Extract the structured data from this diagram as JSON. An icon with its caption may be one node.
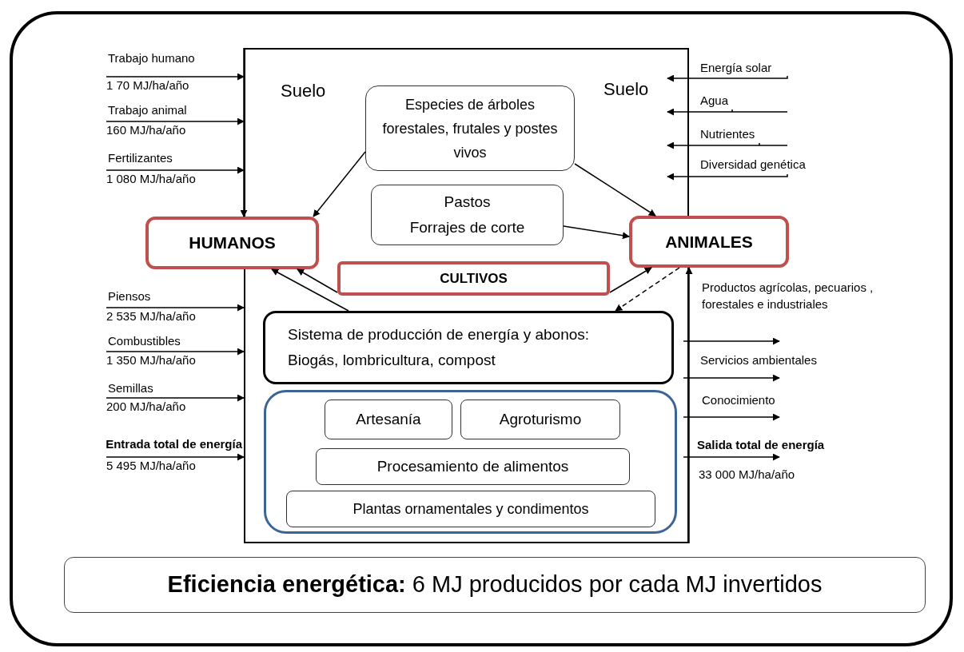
{
  "diagram": {
    "nodes": [
      {
        "text": [
          "Suelo",
          "Suelo"
        ]
      },
      {
        "text": [
          "Especies de árboles forestales, frutales y postes vivos"
        ],
        "in": 0
      },
      {
        "text": [
          "HUMANOS"
        ]
      },
      {
        "text": [
          "Pastos",
          "Forrajes de corte"
        ],
        "in": 0
      },
      {
        "text": [
          "ANIMALES"
        ]
      },
      {
        "text": [
          "CULTIVOS"
        ],
        "in": 0
      },
      {
        "text": [
          "Sistema de producción de energía y abonos: Biogás, lombricultura, compost"
        ],
        "in": 0
      },
      {
        "text": [],
        "shape": "box",
        "in": 0
      },
      {
        "text": [
          "Artesanía"
        ],
        "in": 7
      },
      {
        "text": [
          "Agroturismo"
        ],
        "in": 7
      },
      {
        "text": [
          "Procesamiento de alimentos"
        ],
        "in": 7
      },
      {
        "text": [
          "Plantas ornamentales y condimentos"
        ],
        "in": 7
      },
      {
        "text": [
          "**Eficiencia energética:** 6 MJ producidos por cada MJ invertidos"
        ]
      },
      {
        "text": [
          "Trabajo humano"
        ],
        "beside": [
          "1 70 MJ/ha/año"
        ]
      },
      {
        "text": [
          "Trabajo animal"
        ],
        "beside": [
          "160 MJ/ha/año"
        ]
      },
      {
        "text": [
          "Fertilizantes"
        ],
        "beside": [
          "1 080 MJ/ha/año"
        ]
      },
      {
        "text": [
          "Piensos"
        ],
        "beside": [
          "2 535 MJ/ha/año"
        ]
      },
      {
        "text": [
          "Combustibles"
        ],
        "beside": [
          "1 350 MJ/ha/año"
        ]
      },
      {
        "text": [
          "Semillas"
        ],
        "beside": [
          "200 MJ/ha/año"
        ]
      },
      {
        "text": [
          "Entrada total de energía"
        ],
        "beside": [
          "5 495 MJ/ha/año"
        ]
      },
      {
        "text": [
          "Energía solar"
        ]
      },
      {
        "text": [
          "Agua"
        ]
      },
      {
        "text": [
          "Nutrientes"
        ]
      },
      {
        "text": [
          "Diversidad genética"
        ]
      },
      {
        "text": [
          "Productos agrícolas, pecuarios , forestales e industriales"
        ]
      },
      {
        "text": [
          "Servicios ambientales"
        ]
      },
      {
        "text": [
          "Conocimiento"
        ]
      },
      {
        "text": [
          "Salida total de energía"
        ],
        "beside": [
          "33 000 MJ/ha/año"
        ]
      }
    ],
    "edges": [
      {
        "from": 13,
        "to": 0,
        "arrow": "to"
      },
      {
        "from": 14,
        "to": 0,
        "arrow": "to"
      },
      {
        "from": 15,
        "to": 0,
        "arrow": "to"
      },
      {
        "from": 16,
        "to": 0,
        "arrow": "to"
      },
      {
        "from": 17,
        "to": 0,
        "arrow": "to"
      },
      {
        "from": 18,
        "to": 0,
        "arrow": "to"
      },
      {
        "from": 19,
        "to": 0,
        "arrow": "to"
      },
      {
        "from": 20,
        "to": 0,
        "arrow": "to"
      },
      {
        "from": 21,
        "to": 0,
        "arrow": "to"
      },
      {
        "from": 22,
        "to": 0,
        "arrow": "to"
      },
      {
        "from": 23,
        "to": 0,
        "arrow": "to"
      },
      {
        "from": 0,
        "to": 2,
        "arrow": "to"
      },
      {
        "from": 1,
        "to": 2,
        "arrow": "to"
      },
      {
        "from": 1,
        "to": 4,
        "arrow": "to"
      },
      {
        "from": 3,
        "to": 4,
        "arrow": "to"
      },
      {
        "from": 5,
        "to": 2,
        "arrow": "to"
      },
      {
        "from": 5,
        "to": 4,
        "arrow": "to"
      },
      {
        "from": 6,
        "to": 2,
        "arrow": "to"
      },
      {
        "from": 4,
        "to": 6,
        "arrow": "to",
        "style": "dashed"
      },
      {
        "from": 0,
        "to": 4,
        "arrow": "to"
      },
      {
        "from": 0,
        "to": 24,
        "arrow": "to"
      },
      {
        "from": 0,
        "to": 25,
        "arrow": "to"
      },
      {
        "from": 0,
        "to": 26,
        "arrow": "to"
      },
      {
        "from": 0,
        "to": 27,
        "arrow": "to"
      }
    ]
  }
}
